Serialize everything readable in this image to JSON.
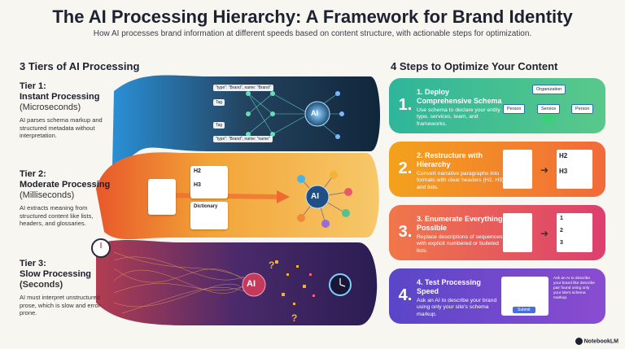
{
  "header": {
    "title": "The AI Processing Hierarchy: A Framework for Brand Identity",
    "subtitle": "How AI processes brand information at different speeds based on content structure, with actionable steps for optimization."
  },
  "left": {
    "heading": "3 Tiers of AI Processing",
    "tiers": [
      {
        "label": "Tier 1:",
        "name": "Instant Processing",
        "speed": "(Microseconds)",
        "desc": "AI parses schema markup and structured metadata without interpretation."
      },
      {
        "label": "Tier 2:",
        "name": "Moderate Processing",
        "speed": "(Milliseconds)",
        "desc": "AI extracts meaning from structured content like lists, headers, and glossaries."
      },
      {
        "label": "Tier 3:",
        "name": "Slow Processing",
        "speed": "(Seconds)",
        "desc": "AI must interpret unstructured prose, which is slow and error-prone."
      }
    ],
    "tier1_tags": [
      "\"type\": \"Brand\", name: \"Brand\"",
      "Tag",
      "Tag",
      "\"type\": \"Brand\", name: \"name\""
    ],
    "ai_label": "AI",
    "tier2_doc_labels": [
      "H2",
      "H3",
      "Dictionary"
    ]
  },
  "right": {
    "heading": "4 Steps to Optimize Your Content",
    "steps": [
      {
        "num": "1.",
        "title": "1. Deploy Comprehensive Schema",
        "desc": "Use schema to declare your entity type, services, team, and frameworks.",
        "colors": [
          "#2fb59a",
          "#59c98a"
        ]
      },
      {
        "num": "2.",
        "title": "2. Restructure with Hierarchy",
        "desc": "Convert narrative paragraphs into formats with clear headers (H2, H3) and lists.",
        "colors": [
          "#f3a21c",
          "#f26a3a"
        ]
      },
      {
        "num": "3.",
        "title": "3. Enumerate Everything Possible",
        "desc": "Replace descriptions of sequences with explicit numbered or bulleted lists.",
        "colors": [
          "#f0774a",
          "#dd3f6e"
        ]
      },
      {
        "num": "4.",
        "title": "4. Test Processing Speed",
        "desc": "Ask an AI to describe your brand using only your site's schema markup.",
        "colors": [
          "#5a46c8",
          "#8a4cd0"
        ]
      }
    ],
    "step1_nodes": [
      "Organization",
      "Person",
      "Service",
      "Person"
    ],
    "step2_tags": [
      "H2",
      "H3"
    ],
    "step3_items": [
      "1",
      "2",
      "3"
    ],
    "step4_chat": "Ask an AI to describe your brand like describe pair found using only your site's schema markup.",
    "step4_button": "Submit"
  },
  "footer": {
    "badge": "NotebookLM"
  }
}
